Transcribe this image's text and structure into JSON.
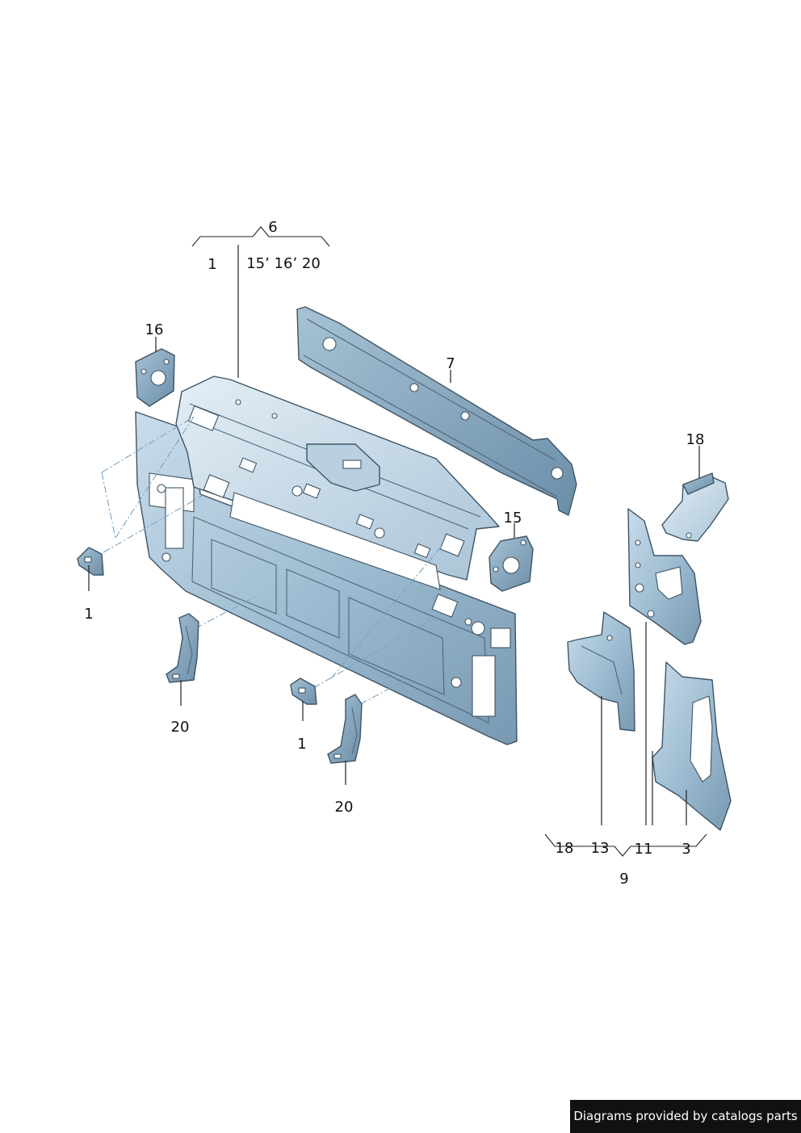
{
  "colors": {
    "part_fill_light": "#d7e6f0",
    "part_fill_mid": "#9fbdd2",
    "part_fill_dark": "#6f93ad",
    "outline": "#3e5466",
    "dash_line": "#7aa4bf",
    "credit_bg": "#111111",
    "credit_text": "#ffffff"
  },
  "callouts": {
    "group_6": {
      "number": "6",
      "members": [
        "1",
        "15’ 16’ 20"
      ]
    },
    "group_9": {
      "number": "9",
      "members": [
        "18",
        "13",
        "11",
        "3"
      ]
    },
    "bracket_16": "16",
    "crossmember_7": "7",
    "bracket_18": "18",
    "bracket_15": "15",
    "clip_1_left": "1",
    "support_20_left": "20",
    "clip_1_center": "1",
    "support_20_center": "20"
  },
  "credit": {
    "text": "Diagrams provided by catalogs parts"
  }
}
